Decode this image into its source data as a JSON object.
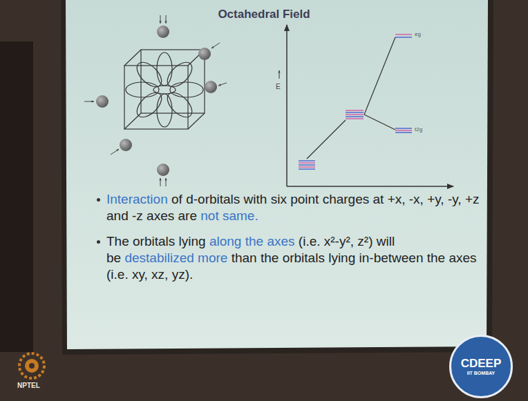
{
  "diagram": {
    "title": "Octahedral Field",
    "nodes": [
      {
        "text": [
          "CDEEP",
          "IIT BOMBAY"
        ]
      }
    ],
    "labels": [
      "E",
      "eg",
      "t2g",
      "Interaction",
      "of d-orbitals with six point charges at +x, -x, +y, -y, +z and -z axes are",
      "not same.",
      "The orbitals lying",
      "along the axes",
      "(i.e. x²-y², z²) will be",
      "destabilized more",
      "than the orbitals lying in-between the axes (i.e. xy, xz, yz).",
      "NPTEL"
    ]
  }
}
